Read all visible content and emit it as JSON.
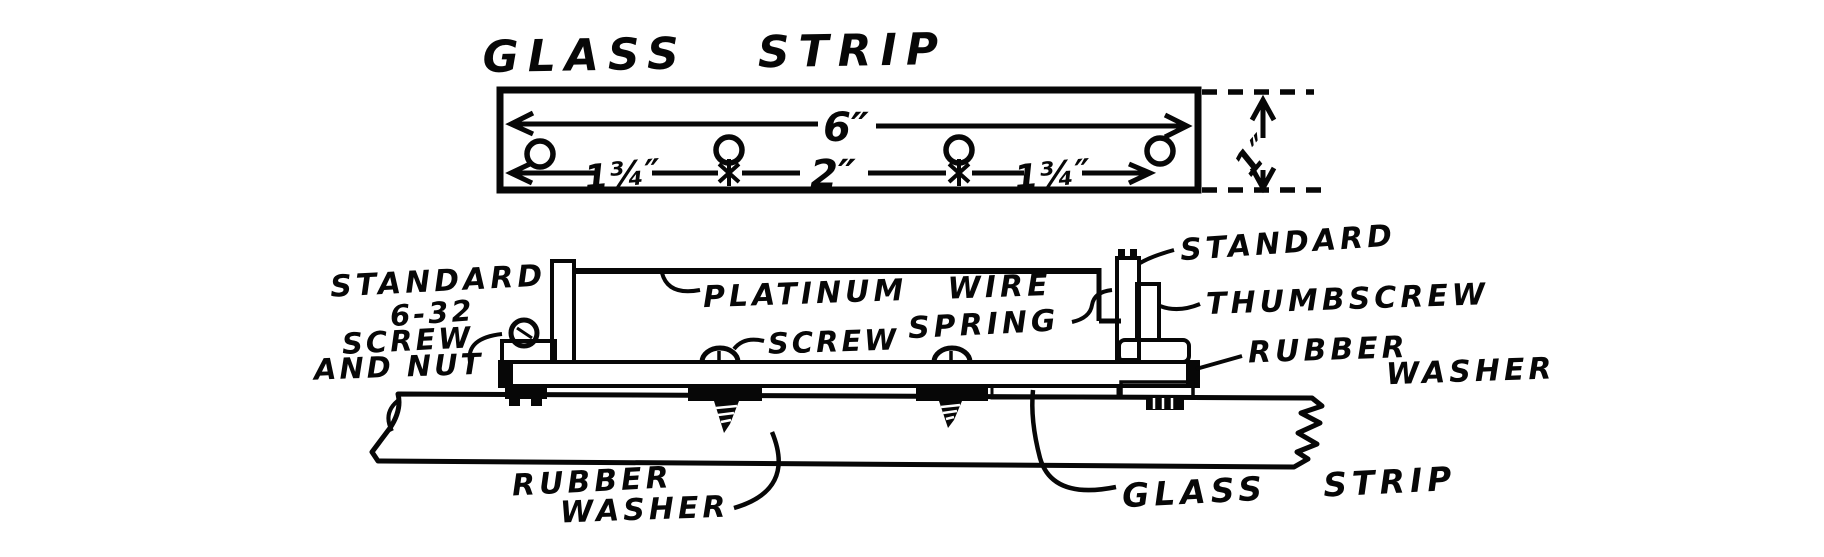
{
  "colors": {
    "ink": "#070707",
    "paper": "#ffffff"
  },
  "title": "GLASS STRIP",
  "top_view": {
    "length_dim": "6″",
    "thickness_dim": "1″",
    "dim_left": "1¾″",
    "dim_center": "2″",
    "dim_right": "1¾″",
    "hole_count": 4
  },
  "callouts": {
    "standard_left": "STANDARD",
    "screw_nut_line1": "6-32",
    "screw_nut_line2": "SCREW",
    "screw_nut_line3": "AND NUT",
    "platinum_wire": "PLATINUM WIRE",
    "spring": "SPRING",
    "screw": "SCREW",
    "standard_right": "STANDARD",
    "thumbscrew": "THUMBSCREW",
    "rubber_right_line1": "RUBBER",
    "rubber_right_line2": "WASHER",
    "rubber_bottom_line1": "RUBBER",
    "rubber_bottom_line2": "WASHER",
    "glass_strip_bottom": "GLASS STRIP"
  }
}
